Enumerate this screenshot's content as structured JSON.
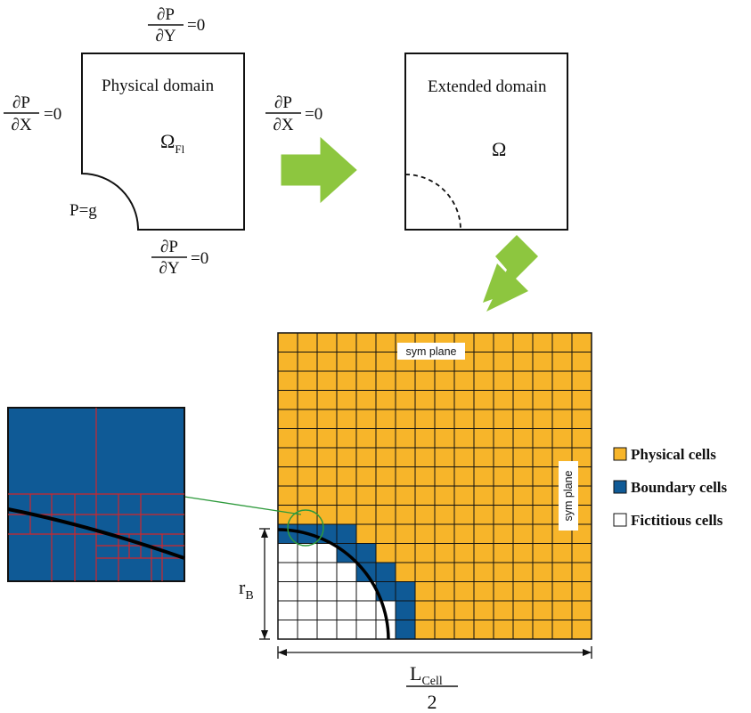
{
  "physical_panel": {
    "title": "Physical domain",
    "omega": "Ω",
    "omega_subscript": "Fl",
    "dirichlet_label": "P=g",
    "bc_top": {
      "numerator": "∂P",
      "denominator": "∂Y",
      "value": "=0"
    },
    "bc_left": {
      "numerator": "∂P",
      "denominator": "∂X",
      "value": "=0"
    },
    "bc_right": {
      "numerator": "∂P",
      "denominator": "∂X",
      "value": "=0"
    },
    "bc_bottom": {
      "numerator": "∂P",
      "denominator": "∂Y",
      "value": "=0"
    }
  },
  "extended_panel": {
    "title": "Extended domain",
    "omega": "Ω"
  },
  "grid_panel": {
    "sym_plane_top": "sym plane",
    "sym_plane_right": "sym plane",
    "radius_label": "r",
    "radius_subscript": "B",
    "width_label_numerator": "L",
    "width_label_subscript": "Cell",
    "width_label_denominator": "2",
    "grid_size": 16,
    "blue_cells": [
      [
        0,
        10
      ],
      [
        1,
        10
      ],
      [
        2,
        10
      ],
      [
        3,
        10
      ],
      [
        3,
        11
      ],
      [
        4,
        11
      ],
      [
        4,
        12
      ],
      [
        5,
        12
      ],
      [
        5,
        13
      ],
      [
        6,
        13
      ],
      [
        6,
        14
      ],
      [
        6,
        15
      ]
    ]
  },
  "legend": {
    "items": [
      {
        "label": "Physical cells",
        "color": "#F7B52A"
      },
      {
        "label": "Boundary cells",
        "color": "#0F5A96"
      },
      {
        "label": "Fictitious cells",
        "color": "#FFFFFF"
      }
    ]
  },
  "colors": {
    "arrow": "#8DC63F",
    "physical": "#F7B52A",
    "boundary": "#0F5A96",
    "fictitious": "#FFFFFF",
    "zoom_lines": "#D0262B",
    "pointer": "#2E9A3C"
  }
}
